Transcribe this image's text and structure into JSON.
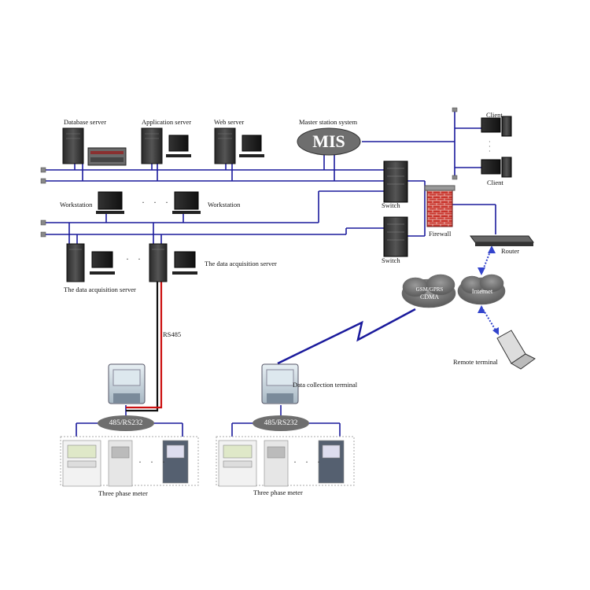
{
  "labels": {
    "database_server": "Database server",
    "application_server": "Application server",
    "web_server": "Web server",
    "master_station": "Master station system",
    "mis": "MIS",
    "client_top": "Client",
    "client_bottom": "Client",
    "workstation_left": "Workstation",
    "workstation_right": "Workstation",
    "switch_top": "Switch",
    "switch_bottom": "Switch",
    "firewall": "Firewall",
    "router": "Router",
    "das_left": "The data acquisition server",
    "das_right": "The data acquisition server",
    "gsm": "GSM/GPRS",
    "cdma": "CDMA",
    "internet": "Internet",
    "remote_terminal": "Remote terminal",
    "rs485": "RS485",
    "data_collection_terminal": "Data collection terminal",
    "bus_left": "485/RS232",
    "bus_right": "485/RS232",
    "meter_left": "Three phase meter",
    "meter_right": "Three phase meter",
    "ellipsis": "· · ·"
  },
  "colors": {
    "network_line": "#1a1a9c",
    "rs485_red": "#cc1010",
    "oval_fill": "#6e6e6e",
    "firewall_brick": "#c0302a",
    "dashed_link": "#3344cc"
  }
}
